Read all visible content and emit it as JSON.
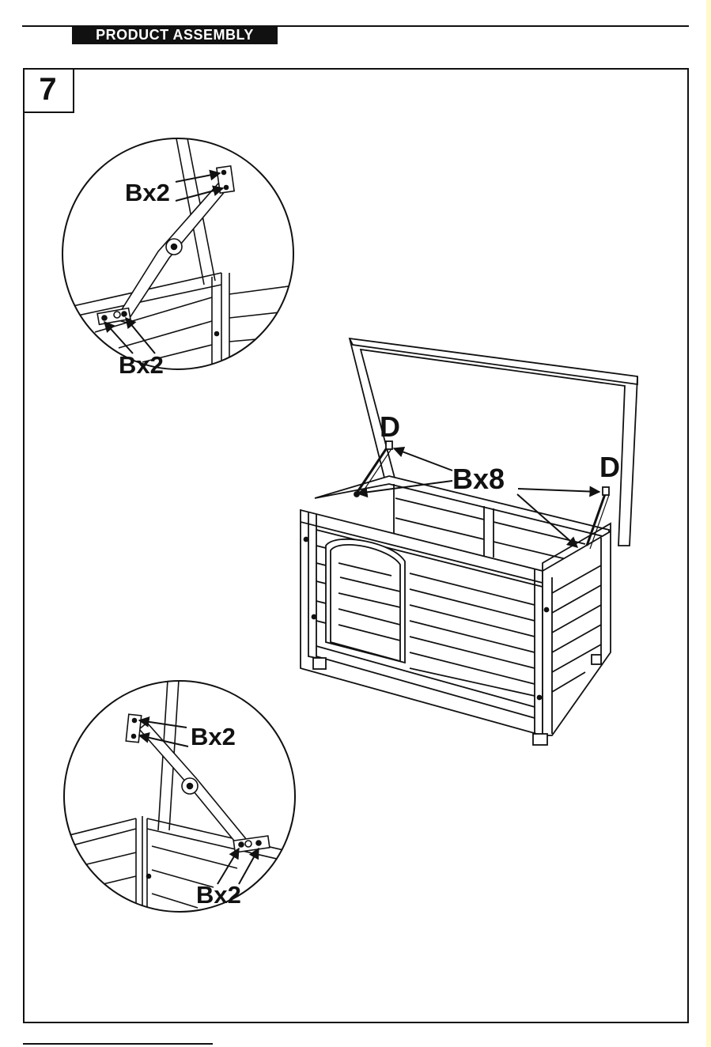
{
  "header": {
    "section_title": "PRODUCT ASSEMBLY"
  },
  "step": {
    "number": "7"
  },
  "callouts": {
    "top_detail_upper": "Bx2",
    "top_detail_lower": "Bx2",
    "main_left_d": "D",
    "main_right_d": "D",
    "main_center": "Bx8",
    "bottom_detail_upper": "Bx2",
    "bottom_detail_lower": "Bx2"
  },
  "footer": {
    "mark": ""
  }
}
